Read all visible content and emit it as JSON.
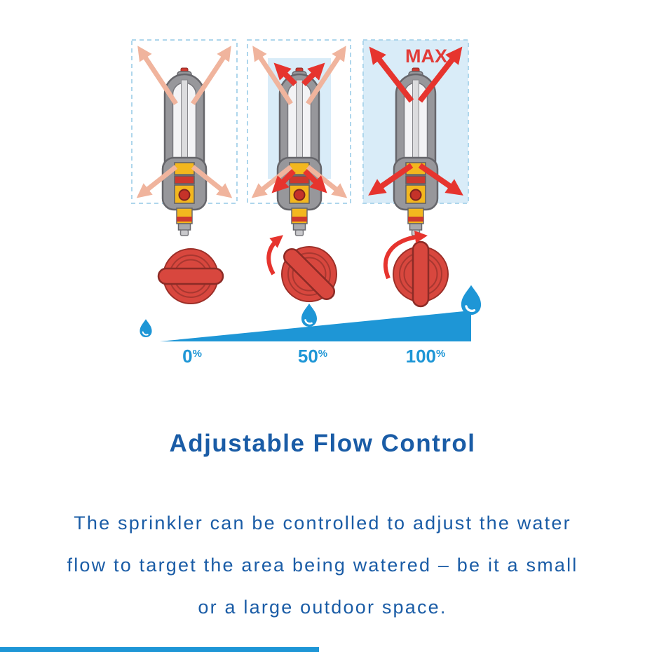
{
  "figure": {
    "max_label": "MAX",
    "panels": [
      {
        "name": "flow-closed",
        "coverage": "none"
      },
      {
        "name": "flow-partial",
        "coverage": "half"
      },
      {
        "name": "flow-max",
        "coverage": "full"
      }
    ]
  },
  "flow_scale": {
    "labels": [
      {
        "value": "0",
        "suffix": "%"
      },
      {
        "value": "50",
        "suffix": "%"
      },
      {
        "value": "100",
        "suffix": "%"
      }
    ]
  },
  "title": "Adjustable Flow Control",
  "body": {
    "lines": [
      "The sprinkler can be controlled to adjust the water",
      "flow to target the area being watered – be it a small",
      "or a large outdoor space."
    ]
  },
  "colors": {
    "accent_blue": "#1e96d6",
    "text_blue": "#1a5ca6",
    "spray_red": "#e6342e",
    "spray_pale": "#f0b49d",
    "panel_fill": "#d9ecf8",
    "panel_border": "#aed6ec",
    "dial_red": "#d8473e",
    "device_gray": "#97979b",
    "device_yellow": "#f3b71e"
  }
}
